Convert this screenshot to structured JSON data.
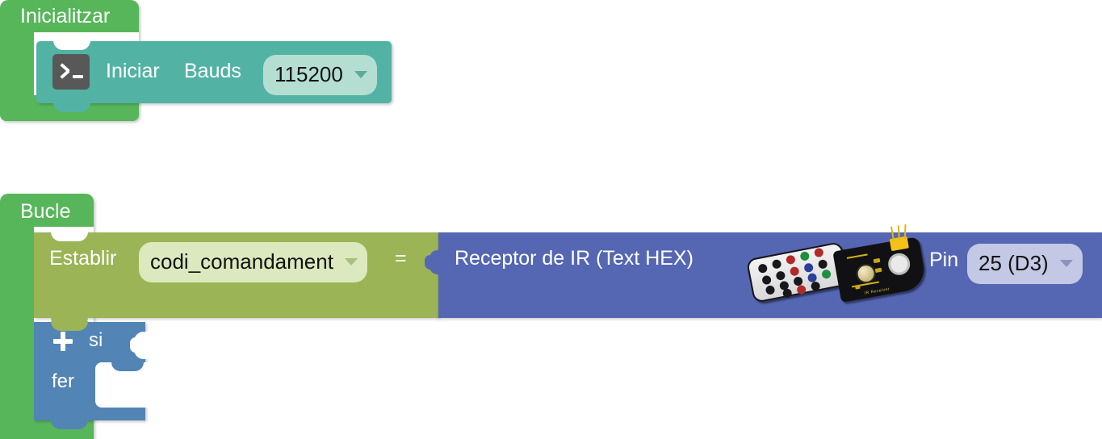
{
  "workspace": {
    "language": "ca",
    "colors": {
      "event_green": "#57b65a",
      "serial_teal": "#52b3a4",
      "variable_olive": "#9bb455",
      "sensor_blue": "#5566b3",
      "control_blue": "#5284b5",
      "field_mint": "#b5ded3",
      "field_olive_light": "#dce8bd",
      "field_lavender": "#c3c9e4",
      "text_white": "#ffffff",
      "text_dark": "#111111"
    }
  },
  "init_stack": {
    "hat_label": "Inicialitzar",
    "serial_block": {
      "icon": "terminal-icon",
      "action_label": "Iniciar",
      "param_label": "Bauds",
      "baud_value": "115200",
      "dropdown_glyph": "▼"
    }
  },
  "loop_stack": {
    "hat_label": "Bucle",
    "set_block": {
      "keyword": "Establir",
      "variable_name": "codi_comandament",
      "dropdown_glyph": "▼",
      "operator": "="
    },
    "ir_block": {
      "title": "Receptor de IR (Text HEX)",
      "artwork": [
        "ir-remote-image",
        "ir-receiver-module-image"
      ],
      "pin_label": "Pin",
      "pin_value": "25 (D3)",
      "dropdown_glyph": "▼"
    },
    "if_block": {
      "mutator_glyph": "+",
      "if_label": "si",
      "do_label": "fer"
    }
  }
}
